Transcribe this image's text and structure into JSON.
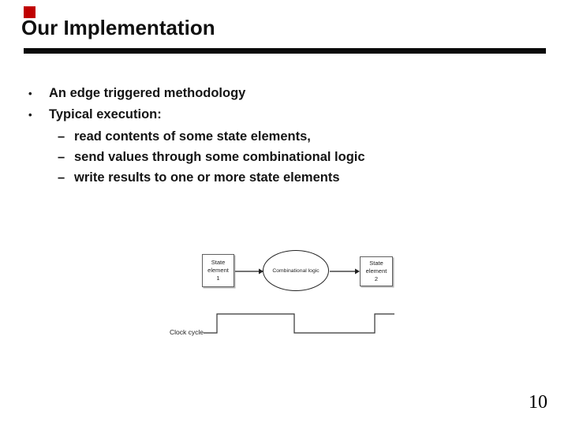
{
  "slide": {
    "title": "Our Implementation",
    "page_number": "10",
    "accent_color": "#c00000"
  },
  "bullets": {
    "items": [
      {
        "level": 1,
        "marker": "•",
        "text": "An edge triggered methodology"
      },
      {
        "level": 1,
        "marker": "•",
        "text": "Typical execution:"
      },
      {
        "level": 2,
        "marker": "–",
        "text": "read contents of some state elements,"
      },
      {
        "level": 2,
        "marker": "–",
        "text": "send values through some combinational logic"
      },
      {
        "level": 2,
        "marker": "–",
        "text": "write results to one or more state elements"
      }
    ]
  },
  "diagram": {
    "box1": {
      "line1": "State",
      "line2": "element",
      "line3": "1"
    },
    "ellipse_label": "Combinational logic",
    "box2": {
      "line1": "State",
      "line2": "element",
      "line3": "2"
    },
    "clock_label": "Clock cycle"
  }
}
